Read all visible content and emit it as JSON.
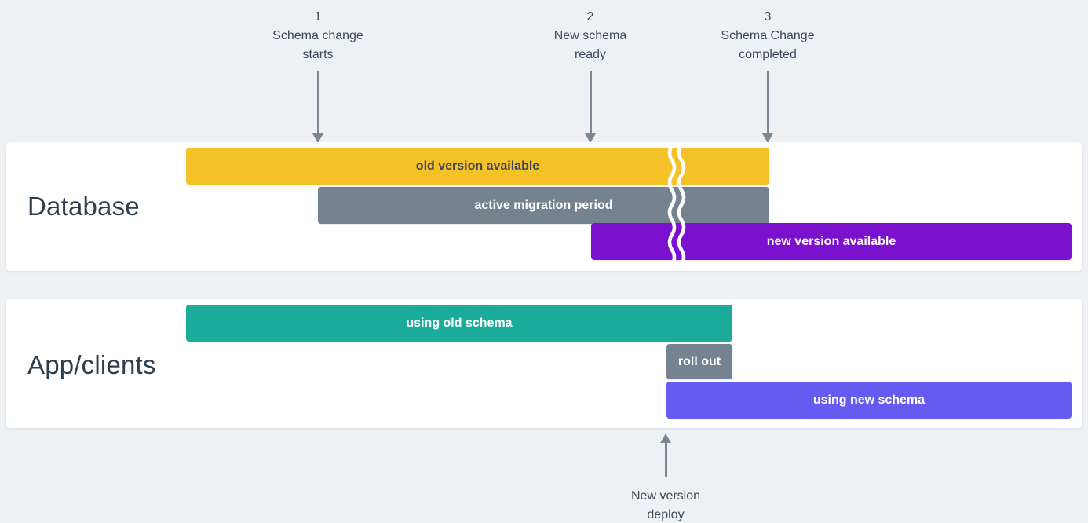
{
  "markers": [
    {
      "number": "1",
      "label_line1": "Schema change",
      "label_line2": "starts"
    },
    {
      "number": "2",
      "label_line1": "New schema",
      "label_line2": "ready"
    },
    {
      "number": "3",
      "label_line1": "Schema Change",
      "label_line2": "completed"
    }
  ],
  "lanes": [
    {
      "label": "Database",
      "bars": [
        {
          "id": "old-version-available",
          "label": "old version available",
          "color": "#f4c127"
        },
        {
          "id": "active-migration-period",
          "label": "active migration period",
          "color": "#75828f"
        },
        {
          "id": "new-version-available",
          "label": "new version available",
          "color": "#7b11ce"
        }
      ]
    },
    {
      "label": "App/clients",
      "bars": [
        {
          "id": "using-old-schema",
          "label": "using old schema",
          "color": "#1bab9b"
        },
        {
          "id": "roll-out",
          "label": "roll out",
          "color": "#75828f"
        },
        {
          "id": "using-new-schema",
          "label": "using new schema",
          "color": "#655bf0"
        }
      ]
    }
  ],
  "deploy_marker": {
    "label_line1": "New version",
    "label_line2": "deploy"
  },
  "palette": {
    "background": "#eef1f4",
    "card": "#ffffff",
    "arrow": "#7b8794",
    "annotation_text": "#3d4a59",
    "lane_label_text": "#2d3e4e",
    "bar_text_dark": "#3c4654",
    "bar_text_light": "#ffffff",
    "squiggle": "#ffffff"
  }
}
